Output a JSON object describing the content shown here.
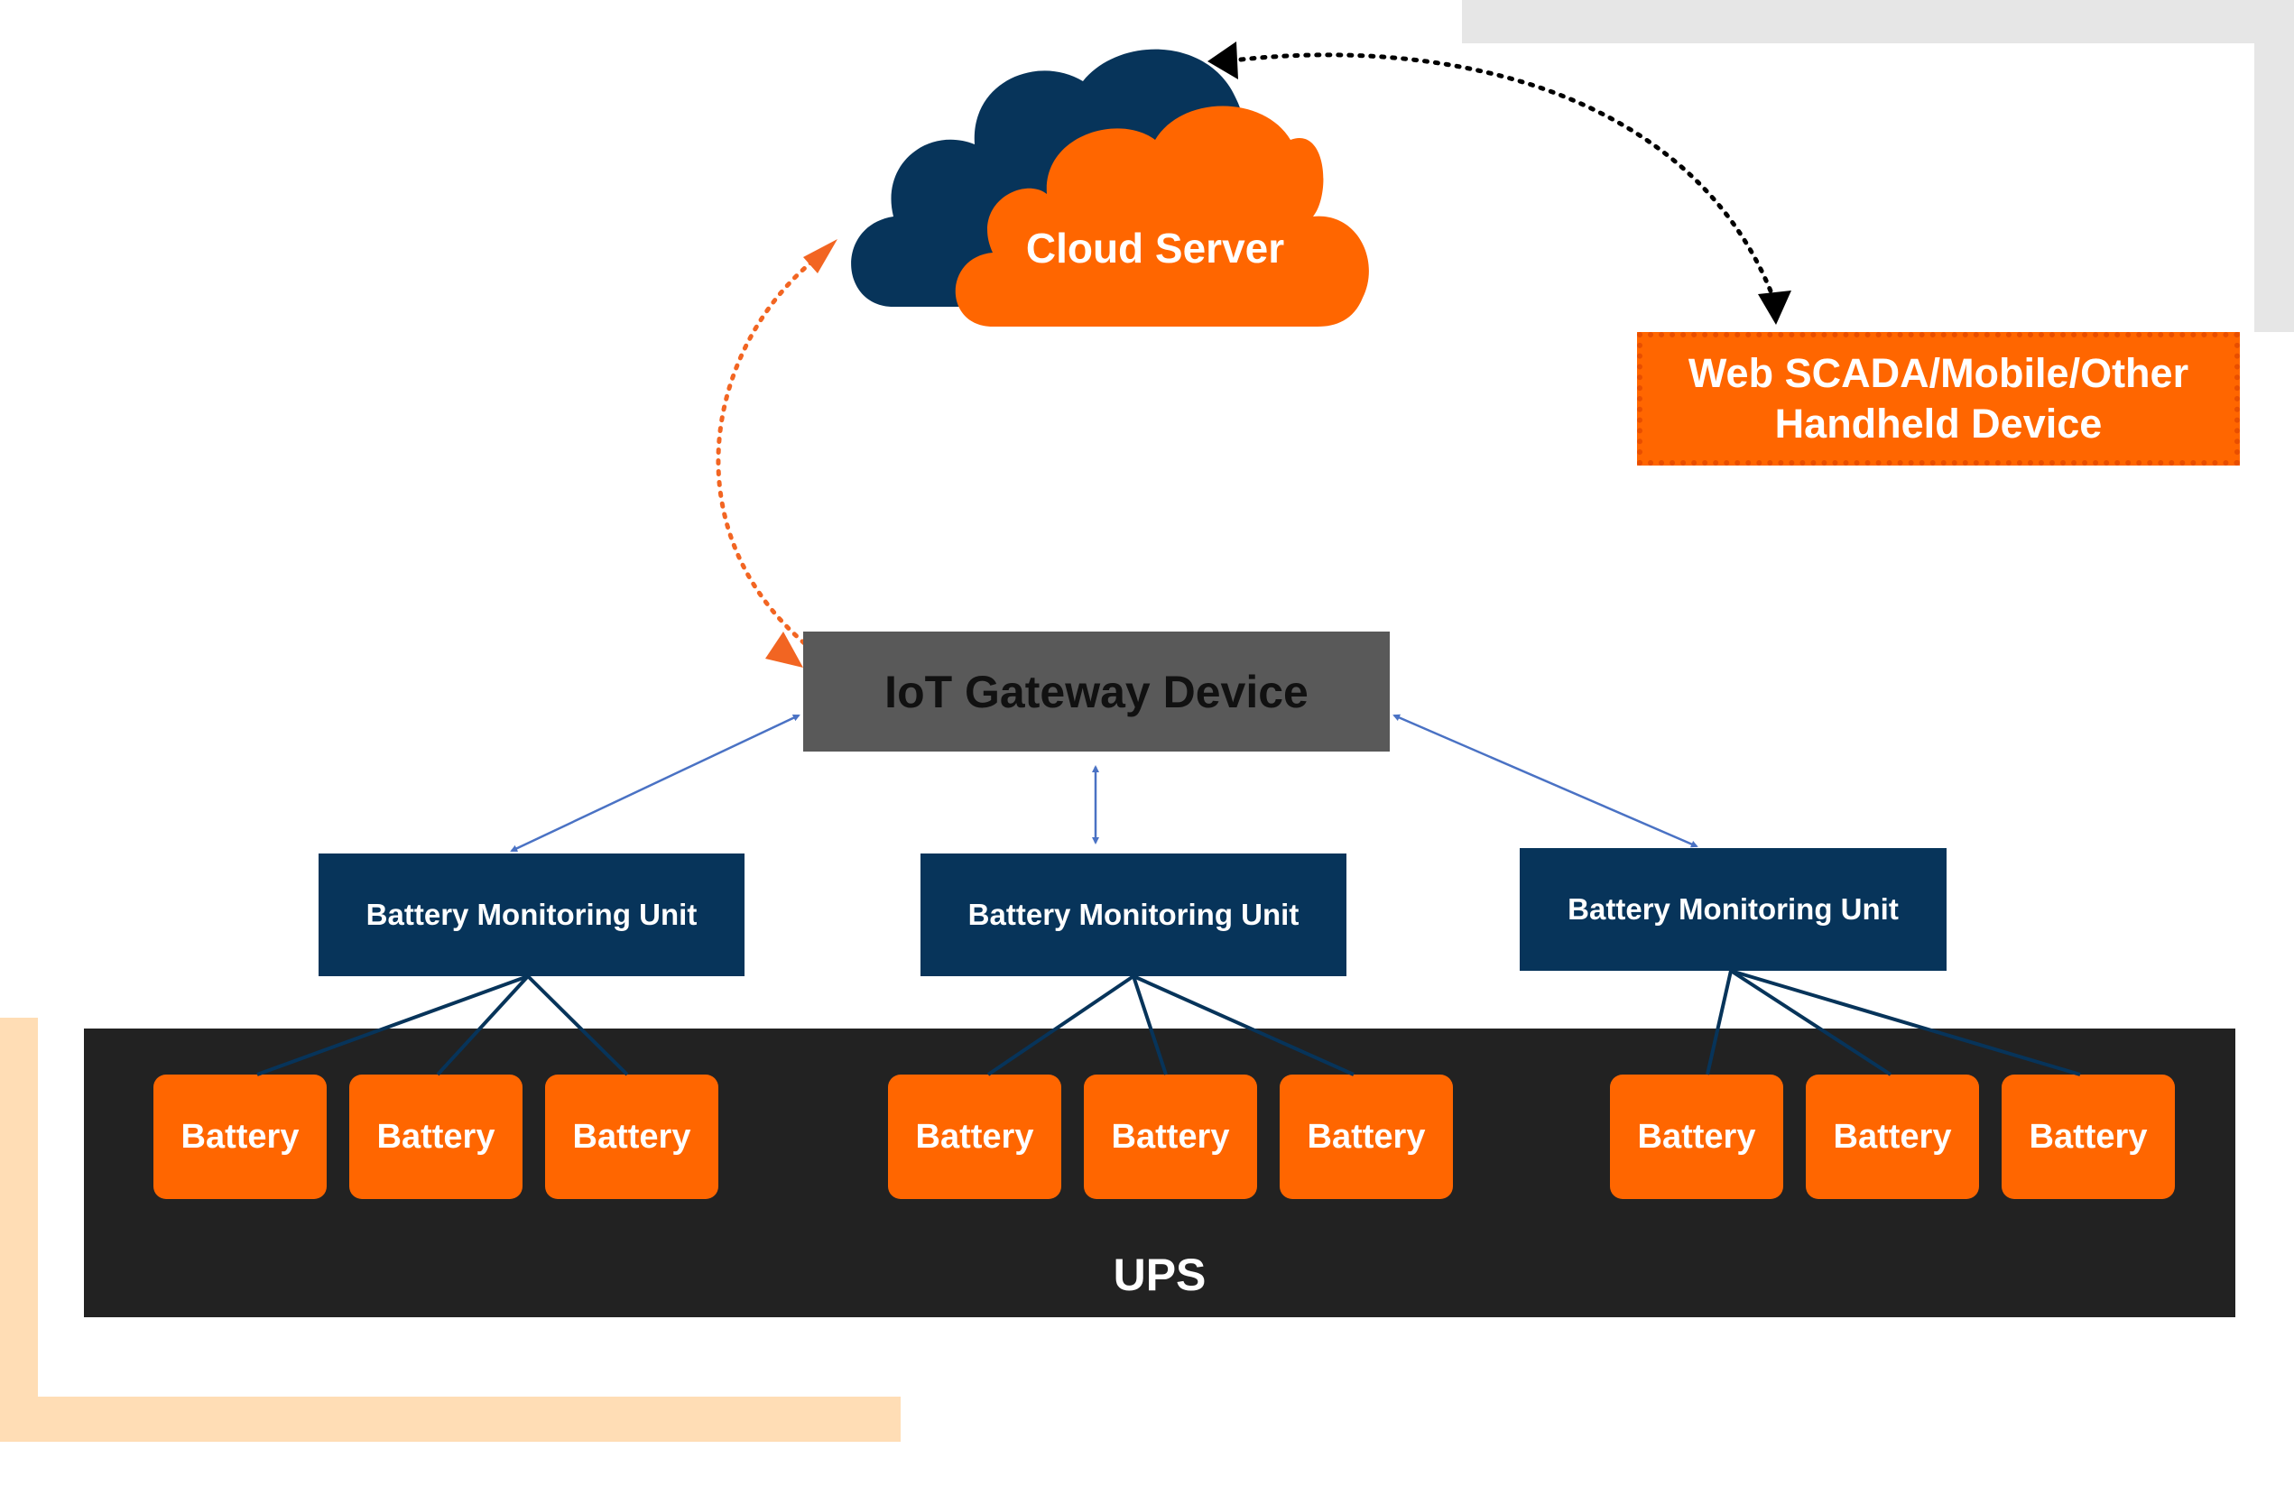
{
  "cloud": {
    "label": "Cloud Server"
  },
  "client_device": {
    "label": "Web SCADA/Mobile/Other\nHandheld Device"
  },
  "gateway": {
    "label": "IoT Gateway Device"
  },
  "monitoring_units": [
    {
      "label": "Battery Monitoring Unit"
    },
    {
      "label": "Battery Monitoring Unit"
    },
    {
      "label": "Battery Monitoring Unit"
    }
  ],
  "ups": {
    "label": "UPS"
  },
  "batteries": [
    {
      "label": "Battery"
    },
    {
      "label": "Battery"
    },
    {
      "label": "Battery"
    },
    {
      "label": "Battery"
    },
    {
      "label": "Battery"
    },
    {
      "label": "Battery"
    },
    {
      "label": "Battery"
    },
    {
      "label": "Battery"
    },
    {
      "label": "Battery"
    }
  ],
  "colors": {
    "orange": "#ff6600",
    "navy": "#07345a",
    "gateway_gray": "#595959",
    "ups_black": "#222222",
    "connector_blue": "#4a72c4",
    "deco_peach": "#ffddb5",
    "deco_gray": "#e6e6e6"
  }
}
